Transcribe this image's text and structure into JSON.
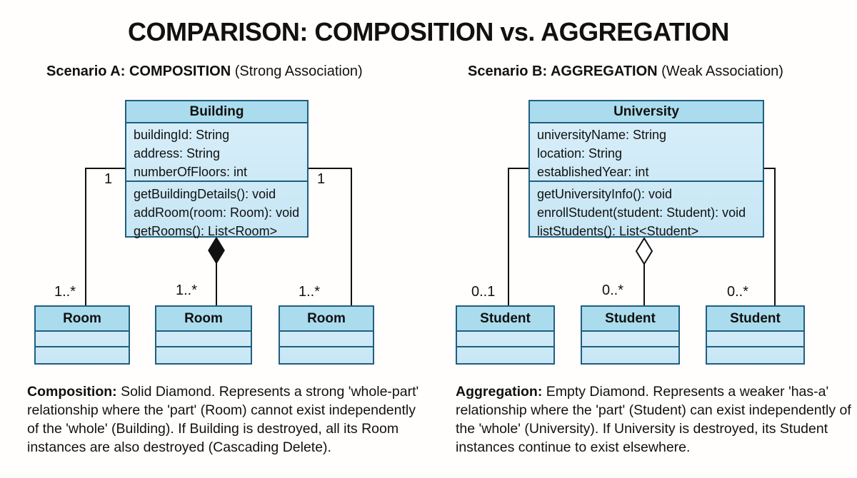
{
  "title": "COMPARISON: COMPOSITION vs. AGGREGATION",
  "colors": {
    "header_fill": "#aadcee",
    "body_fill": "#cfe9f6",
    "border": "#1f5f80",
    "line": "#111111",
    "background": "#fffefc"
  },
  "scenario_a": {
    "heading_bold": "Scenario A: COMPOSITION",
    "heading_rest": " (Strong Association)",
    "whole_class": {
      "name": "Building",
      "attributes": [
        "buildingId: String",
        "address: String",
        "numberOfFloors: int"
      ],
      "methods": [
        "getBuildingDetails(): void",
        "addRoom(room: Room): void",
        "getRooms(): List<Room>"
      ]
    },
    "left_multiplicity": "1",
    "right_multiplicity": "1",
    "diamond_type": "solid",
    "parts": [
      {
        "name": "Room",
        "multiplicity": "1..*"
      },
      {
        "name": "Room",
        "multiplicity": "1..*"
      },
      {
        "name": "Room",
        "multiplicity": "1..*"
      }
    ],
    "note_lead": "Composition:",
    "note_body": " Solid Diamond. Represents a strong 'whole-part' relationship where the 'part' (Room) cannot exist independently of the 'whole' (Building). If Building is destroyed, all its Room instances are also destroyed (Cascading Delete)."
  },
  "scenario_b": {
    "heading_bold": "Scenario B: AGGREGATION",
    "heading_rest": " (Weak Association)",
    "whole_class": {
      "name": "University",
      "attributes": [
        "universityName: String",
        "location: String",
        "establishedYear: int"
      ],
      "methods": [
        "getUniversityInfo(): void",
        "enrollStudent(student: Student): void",
        "listStudents(): List<Student>"
      ]
    },
    "diamond_type": "empty",
    "parts": [
      {
        "name": "Student",
        "multiplicity": "0..1"
      },
      {
        "name": "Student",
        "multiplicity": "0..*"
      },
      {
        "name": "Student",
        "multiplicity": "0..*"
      }
    ],
    "note_lead": "Aggregation:",
    "note_body": " Empty Diamond. Represents a weaker 'has-a' relationship where the 'part' (Student) can exist independently of the 'whole' (University). If University is destroyed, its Student instances continue to exist elsewhere."
  }
}
